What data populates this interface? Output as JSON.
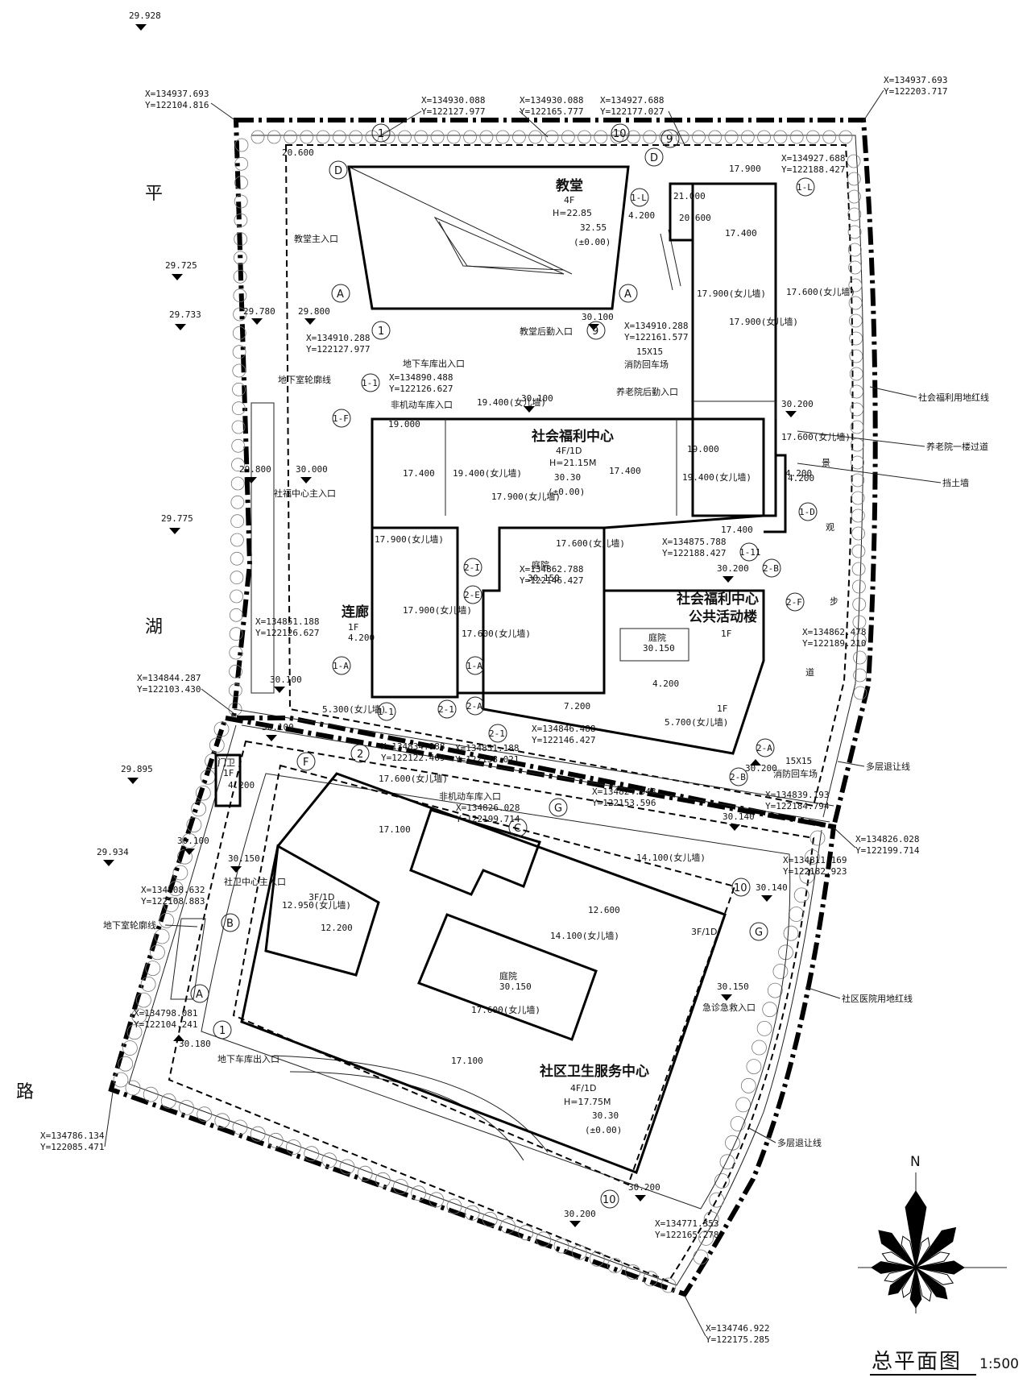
{
  "drawing": {
    "title": "总平面图",
    "scale": "1:500",
    "north": "N",
    "road": [
      "平",
      "湖",
      "路"
    ]
  },
  "elevations": {
    "e1": "29.928",
    "e2": "29.725",
    "e3": "29.733",
    "e4": "29.780",
    "e5": "29.800",
    "e6": "29.775",
    "e7": "29.800",
    "e8": "30.000",
    "e9": "30.100",
    "e10": "30.100",
    "e11": "30.200",
    "e12": "30.200",
    "e13": "29.895",
    "e14": "29.934",
    "e15": "30.100",
    "e16": "30.150",
    "e17": "30.140",
    "e18": "30.140",
    "e19": "30.150",
    "e20": "30.180",
    "e21": "30.200",
    "e22": "30.200",
    "e23": "30.200",
    "e24": "30.100",
    "e25": "20.600",
    "e26": "30.100"
  },
  "coords": {
    "c1": [
      "X=134937.693",
      "Y=122104.816"
    ],
    "c2": [
      "X=134930.088",
      "Y=122127.977"
    ],
    "c3": [
      "X=134930.088",
      "Y=122165.777"
    ],
    "c4": [
      "X=134927.688",
      "Y=122177.027"
    ],
    "c5": [
      "X=134937.693",
      "Y=122203.717"
    ],
    "c6": [
      "X=134927.688",
      "Y=122188.427"
    ],
    "c7": [
      "X=134910.288",
      "Y=122127.977"
    ],
    "c8": [
      "X=134910.288",
      "Y=122161.577"
    ],
    "c9": [
      "X=134890.488",
      "Y=122126.627"
    ],
    "c10": [
      "X=134875.788",
      "Y=122188.427"
    ],
    "c11": [
      "X=134862.788",
      "Y=122146.427"
    ],
    "c12": [
      "X=134862.478",
      "Y=122189.210"
    ],
    "c13": [
      "X=134851.188",
      "Y=122126.627"
    ],
    "c14": [
      "X=134844.287",
      "Y=122103.430"
    ],
    "c15": [
      "X=134846.488",
      "Y=122146.427"
    ],
    "c16": [
      "X=134839.193",
      "Y=122184.794"
    ],
    "c17": [
      "X=134851.188",
      "Y=122138.021"
    ],
    "c18": [
      "X=134834.988",
      "Y=122122.469"
    ],
    "c19": [
      "X=134824.948",
      "Y=122153.596"
    ],
    "c20": [
      "X=134826.028",
      "Y=122199.714"
    ],
    "c21": [
      "X=134826.028",
      "Y=122199.714"
    ],
    "c22": [
      "X=134811.169",
      "Y=122182.923"
    ],
    "c23": [
      "X=134808.632",
      "Y=122108.883"
    ],
    "c24": [
      "X=134798.081",
      "Y=122104.241"
    ],
    "c25": [
      "X=134786.134",
      "Y=122085.471"
    ],
    "c26": [
      "X=134771.353",
      "Y=122165.278"
    ],
    "c27": [
      "X=134746.922",
      "Y=122175.285"
    ]
  },
  "buildings": {
    "church": {
      "name": "教堂",
      "floors": "4F",
      "height": "H=22.85",
      "level": "32.55",
      "zero": "(±0.00)"
    },
    "welfare": {
      "name": "社会福利中心",
      "floors": "4F/1D",
      "height": "H=21.15M",
      "level": "30.30",
      "zero": "(±0.00)"
    },
    "activity": {
      "name1": "社会福利中心",
      "name2": "公共活动楼",
      "floors": "1F"
    },
    "corridor": {
      "name": "连廊",
      "floors": "1F"
    },
    "health": {
      "name": "社区卫生服务中心",
      "floors": "4F/1D",
      "height": "H=17.75M",
      "level": "30.30",
      "zero": "(±0.00)"
    },
    "guard": {
      "name": "门卫",
      "floors": "1F"
    }
  },
  "labels": {
    "church_entrance": "教堂主入口",
    "church_back": "教堂后勤入口",
    "garage_exit_top": "地下车库出入口",
    "basement_outline_top": "地下室轮廓线",
    "bike_entrance_top": "非机动车库入口",
    "welfare_main": "社福中心主入口",
    "fire_yard_top": "15X15",
    "fire_yard_top2": "消防回车场",
    "elderly_back": "养老院后勤入口",
    "welfare_redline": "社会福利用地红线",
    "elderly_corridor": "养老院一楼过道",
    "retaining": "挡土墙",
    "landscape": [
      "景",
      "观",
      "步",
      "道"
    ],
    "courtyard": "庭院",
    "multi_setback_1": "多层退让线",
    "fire_yard_mid": "15X15",
    "fire_yard_mid2": "消防回车场",
    "bike_entrance_mid": "非机动车库入口",
    "health_entrance": "社卫中心主入口",
    "basement_outline_bot": "地下室轮廓线",
    "hospital_redline": "社区医院用地红线",
    "emergency": "急诊急救入口",
    "garage_exit_bot": "地下车库出入口",
    "multi_setback_2": "多层退让线",
    "f3_1d": "3F/1D"
  },
  "levels": {
    "l1": "21.000",
    "l2": "20.600",
    "l3": "17.900",
    "l4": "17.400",
    "l5": "17.900(女儿墙)",
    "l6": "17.600(女儿墙)",
    "l7": "17.900(女儿墙)",
    "l8": "19.400(女儿墙)",
    "l9": "19.000",
    "l10": "17.400",
    "l11": "19.400(女儿墙)",
    "l12": "17.400",
    "l13": "17.900(女儿墙)",
    "l14": "19.000",
    "l15": "19.400(女儿墙)",
    "l16": "17.600(女儿墙)",
    "l17": "4.200",
    "l18": "17.900(女儿墙)",
    "l19": "17.600(女儿墙)",
    "l20": "17.900(女儿墙)",
    "l21": "4.200",
    "l22": "17.600(女儿墙)",
    "l23": "30.150",
    "l24": "30.150",
    "l25": "4.200",
    "l26": "7.200",
    "l27": "5.700(女儿墙)",
    "l28": "5.300(女儿墙)",
    "l29": "17.600(女儿墙)",
    "l30": "4.200",
    "l31": "17.100",
    "l32": "14.100(女儿墙)",
    "l33": "12.600",
    "l34": "12.950(女儿墙)",
    "l35": "12.200",
    "l36": "14.100(女儿墙)",
    "l37": "30.150",
    "l38": "17.600(女儿墙)",
    "l39": "17.100",
    "l40": "4.200",
    "l41": "17.400",
    "l42": "4.200",
    "l43": "1F"
  },
  "grid": {
    "g1": "1",
    "g2": "10",
    "g3": "D",
    "g4": "D",
    "g5": "A",
    "g6": "A",
    "g7": "1-L",
    "g8": "1-L",
    "g9": "9",
    "g10": "1",
    "g11": "9",
    "g12": "1-F",
    "g13": "1-1",
    "g14": "1-D",
    "g15": "1-11",
    "g16": "2-B",
    "g17": "2-I",
    "g18": "2-E",
    "g19": "2-F",
    "g20": "1-A",
    "g21": "1-A",
    "g22": "2-A",
    "g23": "2-1",
    "g24": "1-1",
    "g25": "2-A",
    "g26": "2-B",
    "g27": "2-1",
    "g28": "F",
    "g29": "2",
    "g30": "G",
    "g31": "C",
    "g32": "10",
    "g33": "G",
    "g34": "B",
    "g35": "A",
    "g36": "1",
    "g37": "10"
  }
}
